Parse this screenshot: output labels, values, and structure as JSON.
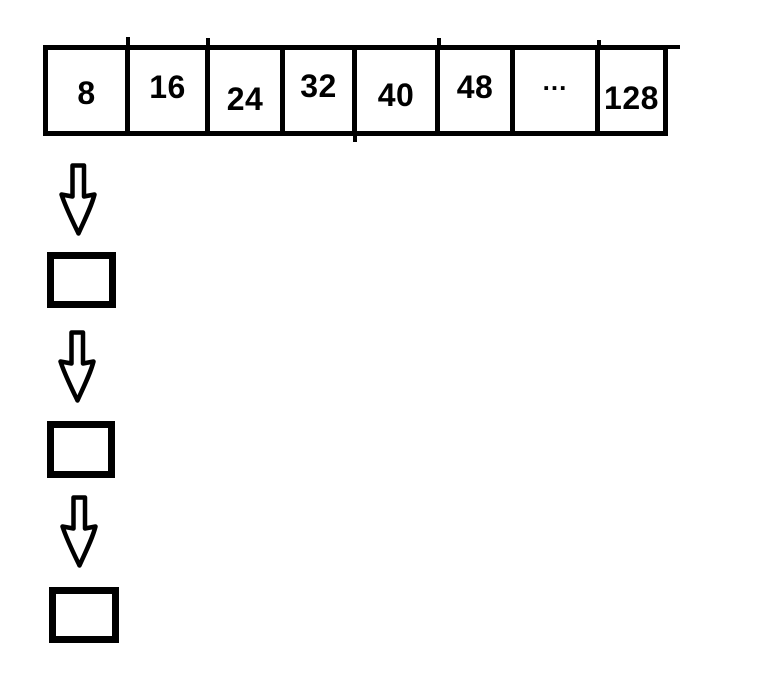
{
  "row": {
    "cells": [
      "8",
      "16",
      "24",
      "32",
      "40",
      "48",
      "...",
      "128"
    ]
  },
  "chain": {
    "arrows": [
      "down-arrow",
      "down-arrow",
      "down-arrow"
    ],
    "slots": [
      "",
      "",
      ""
    ]
  },
  "colors": {
    "ink": "#000000",
    "background": "#ffffff"
  }
}
